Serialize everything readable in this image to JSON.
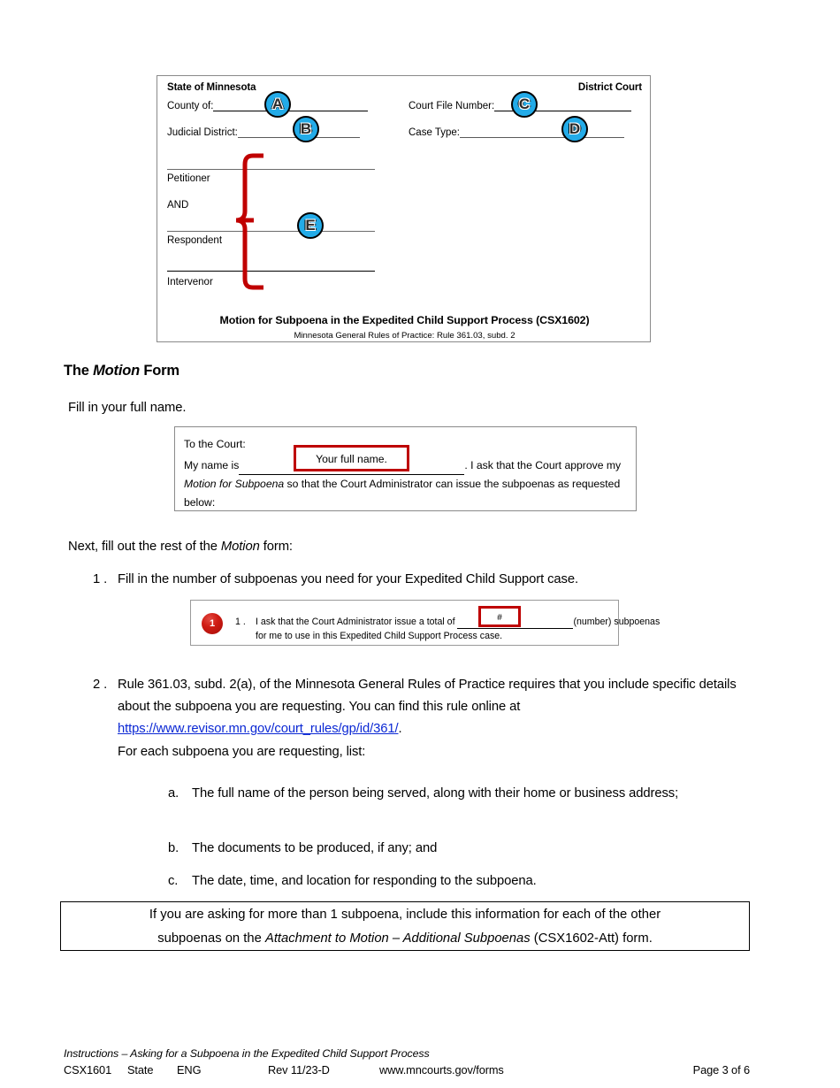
{
  "form_preview": {
    "header_left": "State of Minnesota",
    "header_right": "District Court",
    "county_label": "County of:",
    "judicial_label": "Judicial District:",
    "court_file_label": "Court File Number:",
    "case_type_label": "Case Type:",
    "party_petitioner": "Petitioner",
    "party_and": "AND",
    "party_respondent": "Respondent",
    "party_intervenor": "Intervenor",
    "title": "Motion for Subpoena in the Expedited Child Support Process (CSX1602)",
    "subtitle": "Minnesota General Rules of Practice: Rule 361.03, subd. 2",
    "markers": [
      "A",
      "B",
      "C",
      "D",
      "E"
    ],
    "marker_color": "#23ABE8",
    "brace_color": "#C00000"
  },
  "section": {
    "heading_pre": "The ",
    "heading_em": "Motion",
    "heading_post": " Form",
    "intro": "Fill in your full name."
  },
  "court_snippet": {
    "to_the_court": "To the Court:",
    "my_name_is": "My name is",
    "after_blank": ". I ask that the Court approve my",
    "line2_em": "Motion for Subpoena",
    "line2_rest": " so that the Court Administrator can issue the subpoenas as requested",
    "line3": "below:",
    "callout_label": "Your full name.",
    "callout_color": "#BE0000"
  },
  "next_intro": {
    "pre": "Next, fill out the rest of the ",
    "em": "Motion",
    "post": " form:"
  },
  "steps": [
    {
      "number": "1 .",
      "text": "Fill in the number of subpoenas you need for your Expedited Child Support case."
    },
    {
      "number": "2 .",
      "line1": "Rule 361.03, subd. 2(a), of the Minnesota General Rules of Practice requires that you include",
      "line2": "specific details about the subpoena you are requesting.  You can find this rule online at",
      "link_text": "https://www.revisor.mn.gov/court_rules/gp/id/361/",
      "link_suffix": ".",
      "sub_intro": "For each subpoena  you are requesting, list:",
      "sub_items": [
        {
          "marker": "a.",
          "text": "The full name of the person being served, along with their home or business address;"
        },
        {
          "marker": "b.",
          "text": "The documents to be produced, if any; and"
        },
        {
          "marker": "c.",
          "text": "The date, time, and location for responding to the subpoena."
        }
      ]
    }
  ],
  "item1_snippet": {
    "badge": "1",
    "number": "1 .",
    "line1_pre": "I ask that the Court Administrator issue a total of",
    "line1_post": "(number) subpoenas",
    "line2": "for me to use in this Expedited Child Support Process case.",
    "field_value": "#",
    "field_border_color": "#BE0000",
    "badge_color": "#C00000"
  },
  "bottom_callout": {
    "line1": "If you are asking for more than 1 subpoena, include this information for each of the other",
    "line2_pre": "subpoenas on the ",
    "line2_em": "Attachment to Motion – Additional Subpoenas",
    "line2_post": " (CSX1602-Att) form."
  },
  "footer": {
    "title": "Instructions – Asking for a Subpoena in the Expedited Child Support Process",
    "form_number": "CSX1601",
    "scope": "State",
    "language": "ENG",
    "revision": "Rev 11/23-D",
    "website": "www.mncourts.gov/forms",
    "page": "Page 3 of 6"
  }
}
